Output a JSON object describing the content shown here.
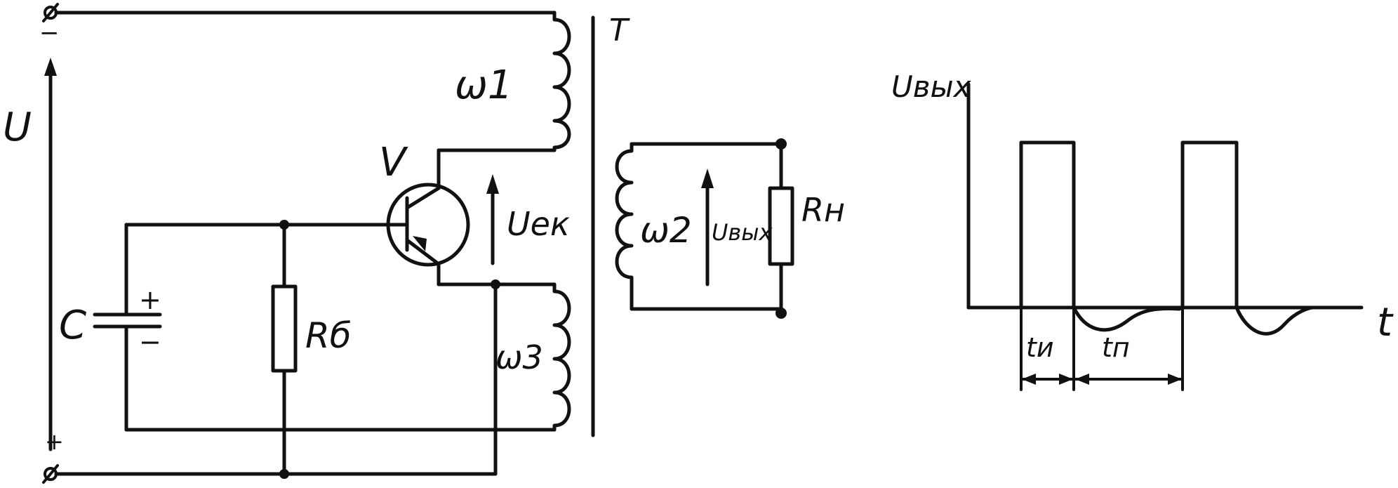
{
  "circuit": {
    "terminal_top_sign": "−",
    "terminal_bottom_sign": "+",
    "supply_voltage": "U",
    "transformer": "T",
    "winding_1": "ω1",
    "winding_2": "ω2",
    "winding_3": "ω3",
    "transistor": "V",
    "collector_emitter_voltage": "Uек",
    "output_voltage": "Uвых",
    "load_resistor": "Rн",
    "base_resistor": "Rб",
    "capacitor": "C",
    "capacitor_plus": "+",
    "capacitor_minus": "−"
  },
  "waveform": {
    "ylabel": "Uвых",
    "xlabel": "t",
    "pulse_time": "tи",
    "pause_time": "tп"
  },
  "colors": {
    "ink": "#111111",
    "background": "#ffffff"
  }
}
